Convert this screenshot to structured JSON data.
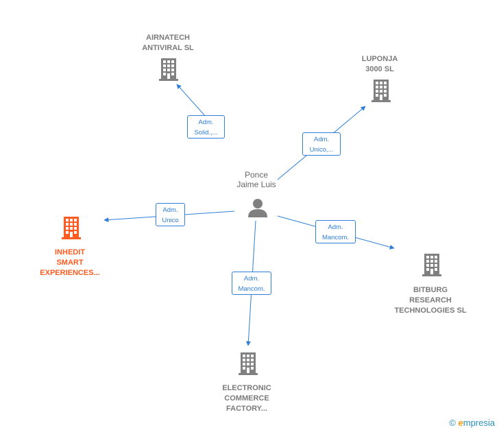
{
  "center": {
    "label": "Ponce\nJaime Luis",
    "icon": "person-icon"
  },
  "companies": [
    {
      "id": "airnatech",
      "label": "AIRNATECH\nANTIVIRAL  SL",
      "color": "#808080",
      "icon": "building-icon"
    },
    {
      "id": "luponja",
      "label": "LUPONJA\n3000  SL",
      "color": "#808080",
      "icon": "building-icon"
    },
    {
      "id": "inhedit",
      "label": "INHEDIT\nSMART\nEXPERIENCES...",
      "color": "#ff5a1f",
      "icon": "building-icon"
    },
    {
      "id": "bitburg",
      "label": "BITBURG\nRESEARCH\nTECHNOLOGIES SL",
      "color": "#808080",
      "icon": "building-icon"
    },
    {
      "id": "electronic",
      "label": "ELECTRONIC\nCOMMERCE\nFACTORY...",
      "color": "#808080",
      "icon": "building-icon"
    }
  ],
  "relations": [
    {
      "to": "airnatech",
      "label": "Adm.\nSolid.,..."
    },
    {
      "to": "luponja",
      "label": "Adm.\nUnico,..."
    },
    {
      "to": "inhedit",
      "label": "Adm.\nUnico"
    },
    {
      "to": "bitburg",
      "label": "Adm.\nMancom."
    },
    {
      "to": "electronic",
      "label": "Adm.\nMancom."
    }
  ],
  "colors": {
    "edge": "#2f7ed8",
    "building": "#808080",
    "highlight": "#ff5a1f",
    "person": "#808080"
  },
  "brand": {
    "copyright": "©",
    "name_initial": "e",
    "name_rest": "mpresia"
  }
}
